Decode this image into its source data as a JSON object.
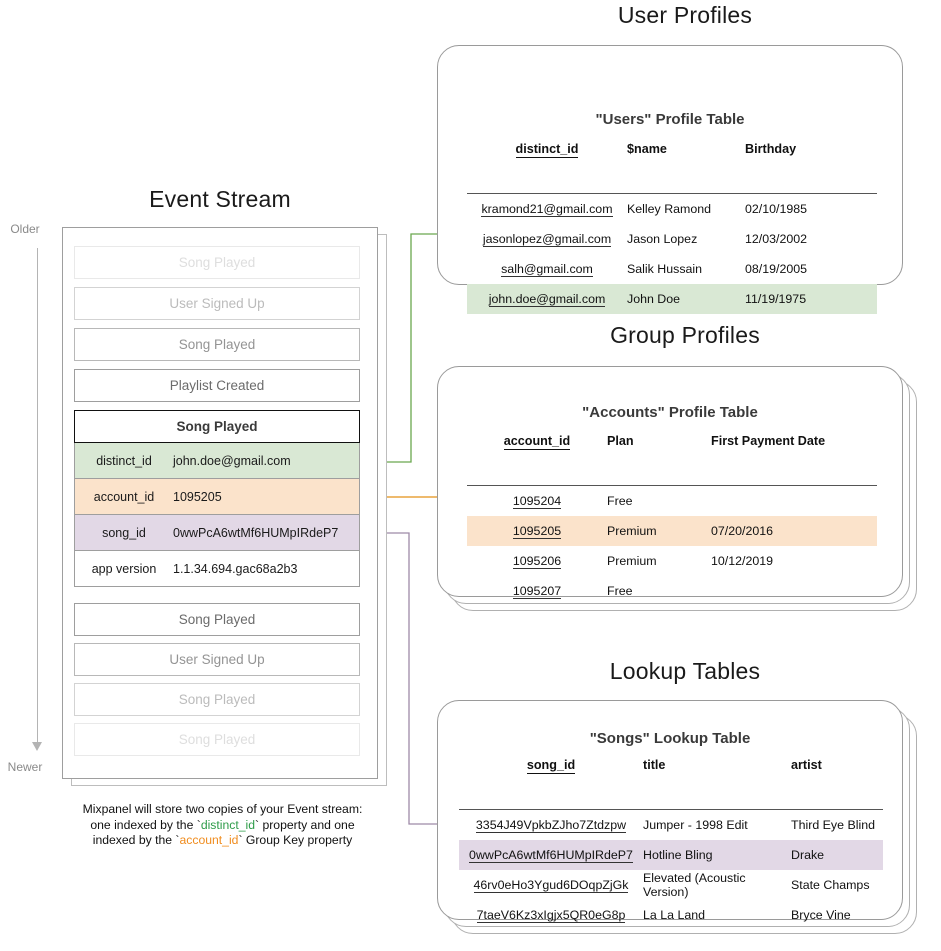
{
  "axis": {
    "older": "Older",
    "newer": "Newer"
  },
  "event_stream": {
    "title": "Event Stream",
    "events_before": [
      {
        "label": "Song Played",
        "fade": "1"
      },
      {
        "label": "User Signed Up",
        "fade": "2"
      },
      {
        "label": "Song Played",
        "fade": "3"
      },
      {
        "label": "Playlist Created",
        "fade": "4"
      }
    ],
    "focus_event": {
      "name": "Song Played",
      "properties": [
        {
          "key": "distinct_id",
          "value": "john.doe@gmail.com",
          "highlight": "green"
        },
        {
          "key": "account_id",
          "value": "1095205",
          "highlight": "orange"
        },
        {
          "key": "song_id",
          "value": "0wwPcA6wtMf6HUMpIRdeP7",
          "highlight": "purple"
        },
        {
          "key": "app version",
          "value": "1.1.34.694.gac68a2b3",
          "highlight": "none"
        }
      ]
    },
    "events_after": [
      {
        "label": "Song Played",
        "fade": "4"
      },
      {
        "label": "User Signed Up",
        "fade": "3"
      },
      {
        "label": "Song Played",
        "fade": "2"
      },
      {
        "label": "Song Played",
        "fade": "1"
      }
    ]
  },
  "caption": {
    "line1": "Mixpanel will store two copies of your Event stream:",
    "line2_a": "one indexed by the `",
    "line2_key": "distinct_id",
    "line2_b": "` property and one",
    "line3_a": "indexed by the `",
    "line3_key": "account_id",
    "line3_b": "` Group Key property"
  },
  "user_profiles": {
    "section_title": "User Profiles",
    "table_title": "\"Users\" Profile Table",
    "columns": [
      "distinct_id",
      "$name",
      "Birthday"
    ],
    "rows": [
      {
        "cells": [
          "kramond21@gmail.com",
          "Kelley Ramond",
          "02/10/1985"
        ],
        "highlight": "none"
      },
      {
        "cells": [
          "jasonlopez@gmail.com",
          "Jason Lopez",
          "12/03/2002"
        ],
        "highlight": "none"
      },
      {
        "cells": [
          "salh@gmail.com",
          "Salik Hussain",
          "08/19/2005"
        ],
        "highlight": "none"
      },
      {
        "cells": [
          "john.doe@gmail.com",
          "John Doe",
          "11/19/1975"
        ],
        "highlight": "green"
      }
    ]
  },
  "group_profiles": {
    "section_title": "Group Profiles",
    "table_title": "\"Accounts\" Profile Table",
    "columns": [
      "account_id",
      "Plan",
      "First Payment Date"
    ],
    "rows": [
      {
        "cells": [
          "1095204",
          "Free",
          ""
        ],
        "highlight": "none"
      },
      {
        "cells": [
          "1095205",
          "Premium",
          "07/20/2016"
        ],
        "highlight": "orange"
      },
      {
        "cells": [
          "1095206",
          "Premium",
          "10/12/2019"
        ],
        "highlight": "none"
      },
      {
        "cells": [
          "1095207",
          "Free",
          ""
        ],
        "highlight": "none"
      }
    ]
  },
  "lookup_tables": {
    "section_title": "Lookup Tables",
    "table_title": "\"Songs\" Lookup Table",
    "columns": [
      "song_id",
      "title",
      "artist"
    ],
    "rows": [
      {
        "cells": [
          "3354J49VpkbZJho7Ztdzpw",
          "Jumper - 1998 Edit",
          "Third Eye Blind"
        ],
        "highlight": "none"
      },
      {
        "cells": [
          "0wwPcA6wtMf6HUMpIRdeP7",
          "Hotline Bling",
          "Drake"
        ],
        "highlight": "purple"
      },
      {
        "cells": [
          "46rv0eHo3Ygud6DOqpZjGk",
          "Elevated (Acoustic Version)",
          "State Champs"
        ],
        "highlight": "none"
      },
      {
        "cells": [
          "7taeV6Kz3xIgjx5QR0eG8p",
          "La La Land",
          "Bryce Vine"
        ],
        "highlight": "none"
      }
    ]
  },
  "colors": {
    "green": "#d9e8d4",
    "orange": "#fbe3cb",
    "purple": "#e2d8e6",
    "arrow_green": "#6aa84f",
    "arrow_orange": "#e8a33d",
    "arrow_purple": "#9e8aa8"
  }
}
